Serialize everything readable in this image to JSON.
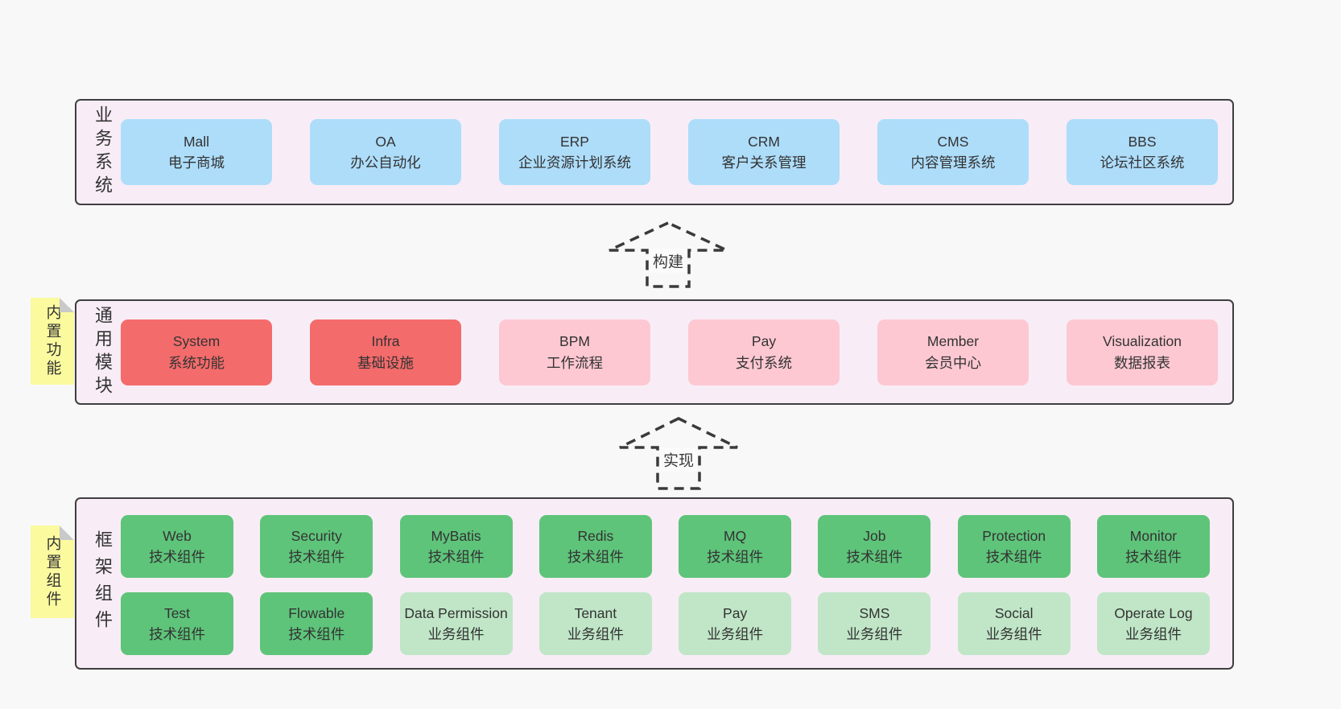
{
  "colors": {
    "page_background": "#f8f8f8",
    "container_background": "#f8edf6",
    "container_border": "#3f3f3f",
    "blue_box": "#aeddfa",
    "red_box": "#f46b6b",
    "pink_box": "#fdc8d2",
    "green_box": "#5ec47a",
    "light_green_box": "#c0e6c7",
    "sticky_yellow": "#fbfa9f",
    "sticky_fold_gray": "#c9c9c9",
    "text": "#333333"
  },
  "arrows": [
    {
      "label": "构建"
    },
    {
      "label": "实现"
    }
  ],
  "stickies": [
    {
      "label": "内置功能"
    },
    {
      "label": "内置组件"
    }
  ],
  "layers": {
    "business": {
      "label": "业务系统",
      "boxes": [
        {
          "name": "Mall",
          "desc": "电子商城",
          "variant": "blue"
        },
        {
          "name": "OA",
          "desc": "办公自动化",
          "variant": "blue"
        },
        {
          "name": "ERP",
          "desc": "企业资源计划系统",
          "variant": "blue"
        },
        {
          "name": "CRM",
          "desc": "客户关系管理",
          "variant": "blue"
        },
        {
          "name": "CMS",
          "desc": "内容管理系统",
          "variant": "blue"
        },
        {
          "name": "BBS",
          "desc": "论坛社区系统",
          "variant": "blue"
        }
      ]
    },
    "modules": {
      "label": "通用模块",
      "boxes": [
        {
          "name": "System",
          "desc": "系统功能",
          "variant": "red"
        },
        {
          "name": "Infra",
          "desc": "基础设施",
          "variant": "red"
        },
        {
          "name": "BPM",
          "desc": "工作流程",
          "variant": "pink"
        },
        {
          "name": "Pay",
          "desc": "支付系统",
          "variant": "pink"
        },
        {
          "name": "Member",
          "desc": "会员中心",
          "variant": "pink"
        },
        {
          "name": "Visualization",
          "desc": "数据报表",
          "variant": "pink"
        }
      ]
    },
    "framework": {
      "label": "框架组件",
      "row1": [
        {
          "name": "Web",
          "desc": "技术组件",
          "variant": "green"
        },
        {
          "name": "Security",
          "desc": "技术组件",
          "variant": "green"
        },
        {
          "name": "MyBatis",
          "desc": "技术组件",
          "variant": "green"
        },
        {
          "name": "Redis",
          "desc": "技术组件",
          "variant": "green"
        },
        {
          "name": "MQ",
          "desc": "技术组件",
          "variant": "green"
        },
        {
          "name": "Job",
          "desc": "技术组件",
          "variant": "green"
        },
        {
          "name": "Protection",
          "desc": "技术组件",
          "variant": "green"
        },
        {
          "name": "Monitor",
          "desc": "技术组件",
          "variant": "green"
        }
      ],
      "row2": [
        {
          "name": "Test",
          "desc": "技术组件",
          "variant": "green"
        },
        {
          "name": "Flowable",
          "desc": "技术组件",
          "variant": "green"
        },
        {
          "name": "Data Permission",
          "desc": "业务组件",
          "variant": "lightgreen"
        },
        {
          "name": "Tenant",
          "desc": "业务组件",
          "variant": "lightgreen"
        },
        {
          "name": "Pay",
          "desc": "业务组件",
          "variant": "lightgreen"
        },
        {
          "name": "SMS",
          "desc": "业务组件",
          "variant": "lightgreen"
        },
        {
          "name": "Social",
          "desc": "业务组件",
          "variant": "lightgreen"
        },
        {
          "name": "Operate Log",
          "desc": "业务组件",
          "variant": "lightgreen"
        }
      ]
    }
  }
}
